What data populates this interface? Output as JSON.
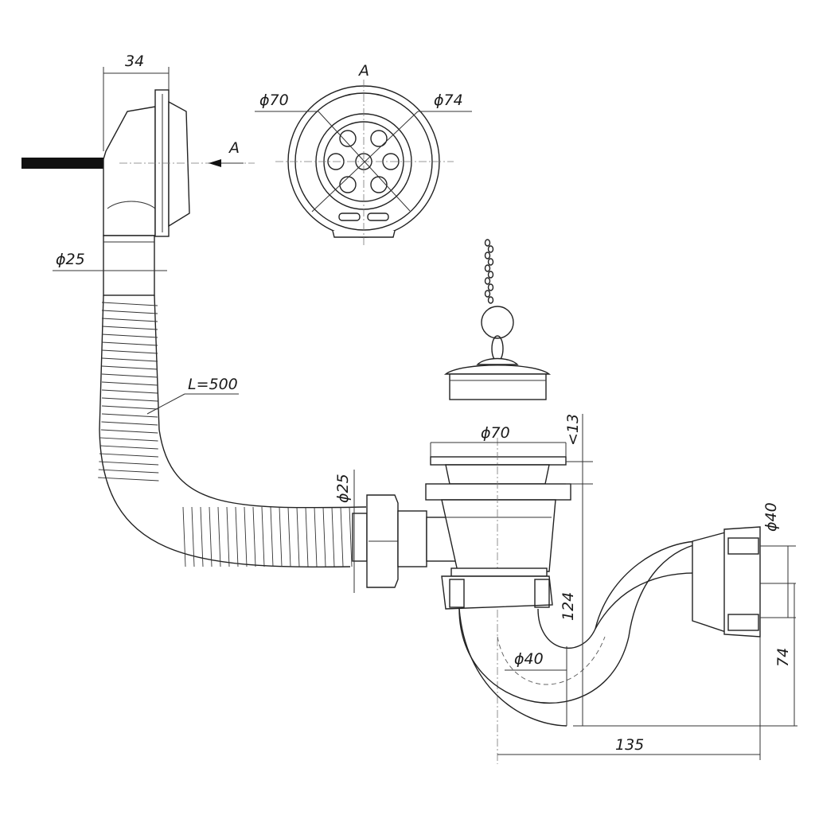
{
  "dimensions": {
    "overflow_depth": "34",
    "view_letter_top": "A",
    "view_letter_arrow": "A",
    "grid_inner": "ϕ70",
    "grid_outer": "ϕ74",
    "hose_pipe_diam": "ϕ25",
    "hose_length": "L=500",
    "inlet_diam": "ϕ25",
    "drain_diam": "ϕ70",
    "drain_height": "<13",
    "outlet_diam": "ϕ40",
    "trap_height": "124",
    "trap_diam": "ϕ40",
    "outlet_height": "74",
    "trap_width": "135"
  }
}
